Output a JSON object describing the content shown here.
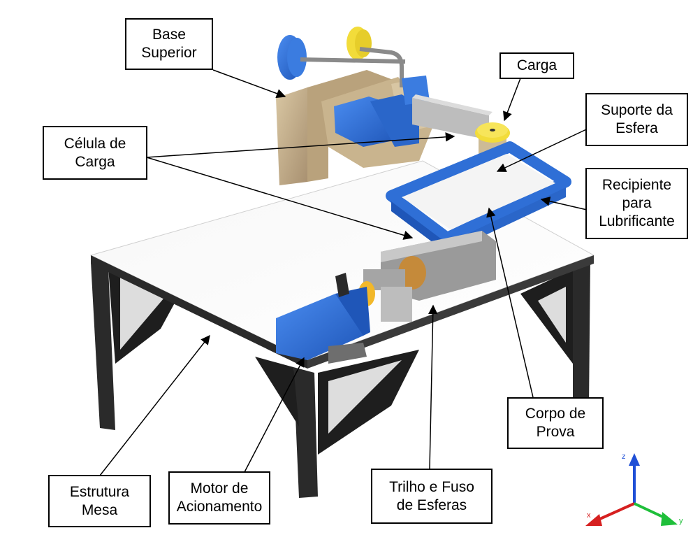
{
  "labels": {
    "base_superior": [
      "Base",
      "Superior"
    ],
    "carga": [
      "Carga"
    ],
    "suporte_esfera": [
      "Suporte da",
      "Esfera"
    ],
    "celula_carga": [
      "Célula de",
      "Carga"
    ],
    "recipiente": [
      "Recipiente",
      "para",
      "Lubrificante"
    ],
    "corpo_prova": [
      "Corpo de",
      "Prova"
    ],
    "estrutura_mesa": [
      "Estrutura",
      "Mesa"
    ],
    "motor": [
      "Motor de",
      "Acionamento"
    ],
    "trilho_fuso": [
      "Trilho e Fuso",
      "de Esferas"
    ]
  },
  "axes": {
    "z": "z",
    "x": "x",
    "y": "y"
  },
  "colors": {
    "table_top": "#ffffff",
    "table_frame": "#2a2a2a",
    "base_tan": "#c9b48e",
    "part_blue": "#2f6fd6",
    "weight_yellow": "#f2dc3a",
    "metal_gray": "#9a9a9a",
    "axis_x": "#d62020",
    "axis_y": "#1fbf3a",
    "axis_z": "#1f4fd6"
  }
}
